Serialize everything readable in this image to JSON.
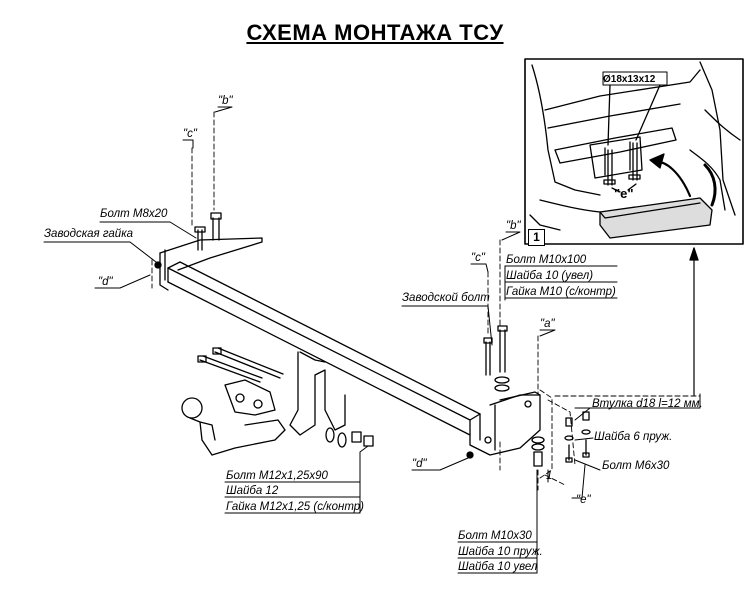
{
  "title": "СХЕМА МОНТАЖА ТСУ",
  "inset": {
    "number": "1",
    "dimension": "Ø18x13x12",
    "marker_e": "\"e\""
  },
  "labels": {
    "bolt_m8x20": "Болт М8х20",
    "factory_nut": "Заводская гайка",
    "d_left": "\"d\"",
    "c_left": "\"c\"",
    "b_left": "\"b\"",
    "b_right": "\"b\"",
    "c_right": "\"c\"",
    "a_right": "\"a\"",
    "factory_bolt": "Заводской болт",
    "bolt_m10x100": "Болт М10х100",
    "washer_10_wide": "Шайба 10 (увел)",
    "nut_m10": "Гайка М10 (с/контр)",
    "bushing": "Втулка d18 l=12 мм.",
    "washer_6": "Шайба 6 пруж.",
    "bolt_m6x30": "Болт М6х30",
    "e_label": "\"e\"",
    "one_label": "1",
    "d_bottom": "\"d\"",
    "bolt_m12": "Болт М12х1,25х90",
    "washer_12": "Шайба 12",
    "nut_m12": "Гайка М12х1,25 (с/контр)",
    "bolt_m10x30": "Болт  М10х30",
    "washer_10_spring": "Шайба 10 пруж.",
    "washer_10_wide2": "Шайба 10 увел"
  }
}
